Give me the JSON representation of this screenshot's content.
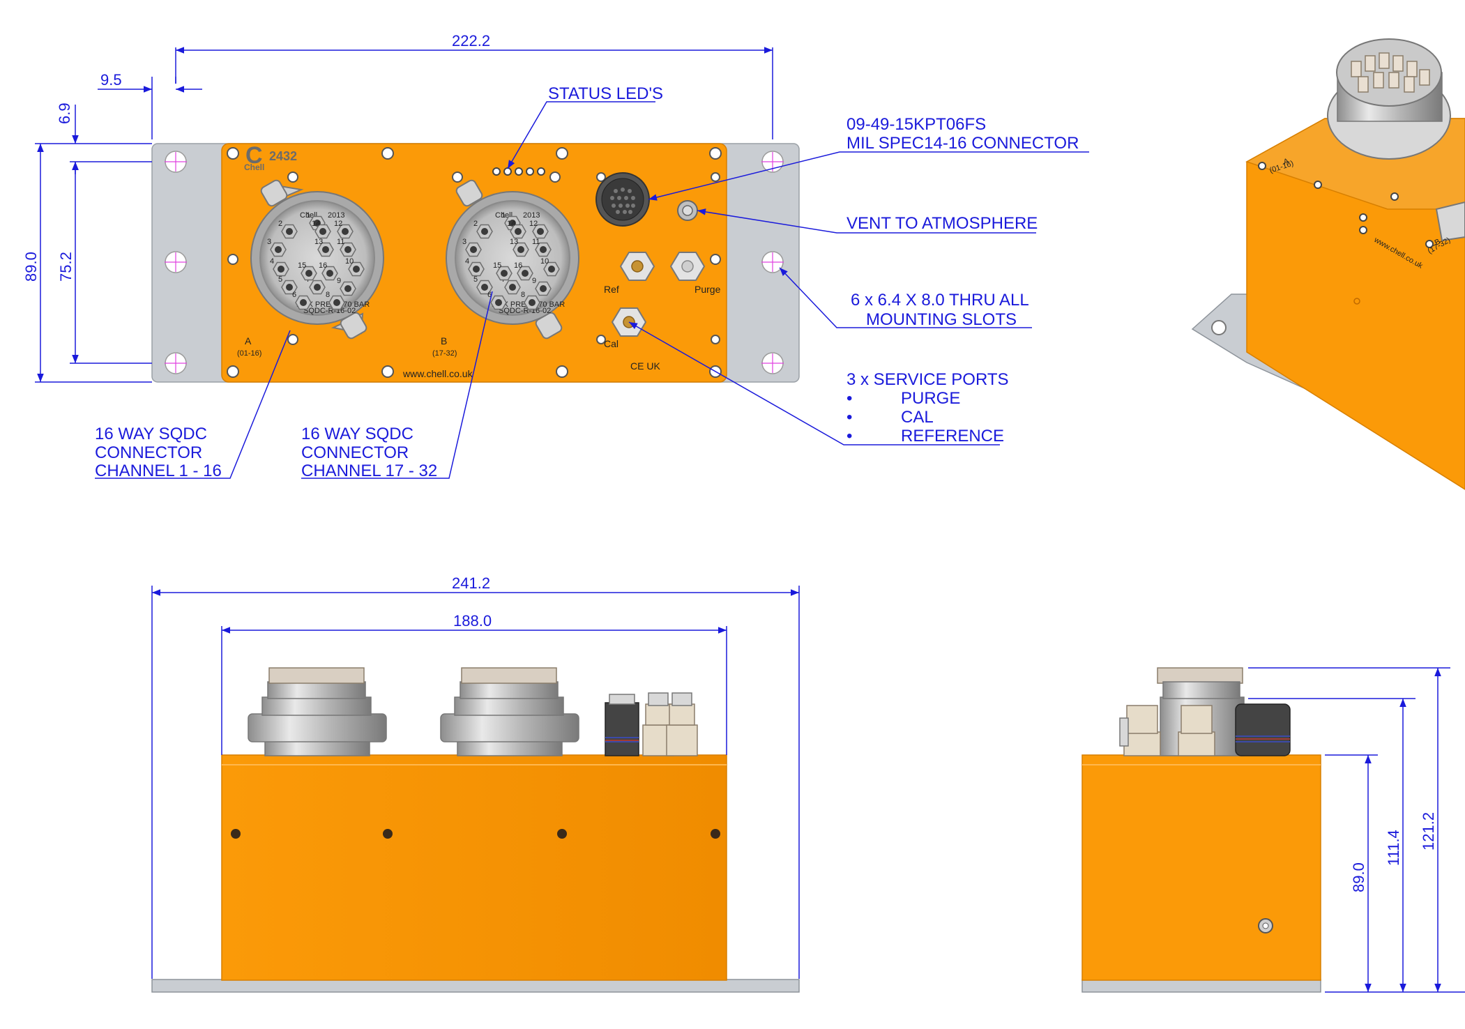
{
  "colors": {
    "orange": "#fb9a08",
    "plate": "#c9cdd2",
    "dim": "#1a1adb",
    "steel": "#c7c7c7"
  },
  "dims": {
    "top_width": "222.2",
    "slot_offset": "9.5",
    "top_gap": "6.9",
    "height_outer": "89.0",
    "slot_pitch": "75.2",
    "side_width": "241.2",
    "body_width": "188.0",
    "end_h1": "89.0",
    "end_h2": "111.4",
    "end_h3": "121.2"
  },
  "callouts": {
    "status_leds": "STATUS LED'S",
    "mil_line1": "09-49-15KPT06FS",
    "mil_line2": "MIL SPEC14-16 CONNECTOR",
    "vent": "VENT TO ATMOSPHERE",
    "mount_line1": "6 x 6.4 X 8.0 THRU ALL",
    "mount_line2": "MOUNTING SLOTS",
    "service_title": "3 x SERVICE PORTS",
    "service_items": [
      "PURGE",
      "CAL",
      "REFERENCE"
    ],
    "bullet": "•",
    "conn_a": [
      "16 WAY SQDC",
      "CONNECTOR",
      "CHANNEL 1 - 16"
    ],
    "conn_b": [
      "16 WAY SQDC",
      "CONNECTOR",
      "CHANNEL 17 - 32"
    ]
  },
  "panel": {
    "brand_logo": "C",
    "model": "2432",
    "brand": "Chell",
    "conn_a_letter": "A",
    "conn_a_range": "(01-16)",
    "conn_b_letter": "B",
    "conn_b_range": "(17-32)",
    "ref": "Ref",
    "purge": "Purge",
    "cal": "Cal",
    "website": "www.chell.co.uk",
    "marks": "CE UK",
    "conn_face_brand": "Chell",
    "conn_face_year": "2013",
    "conn_face_press": "MAX PRESS 70 BAR",
    "conn_face_part": "SQDC-R-16-02",
    "pin_numbers": [
      "1",
      "2",
      "3",
      "4",
      "5",
      "6",
      "7",
      "8",
      "9",
      "10",
      "11",
      "12",
      "13",
      "14",
      "15",
      "16"
    ]
  }
}
